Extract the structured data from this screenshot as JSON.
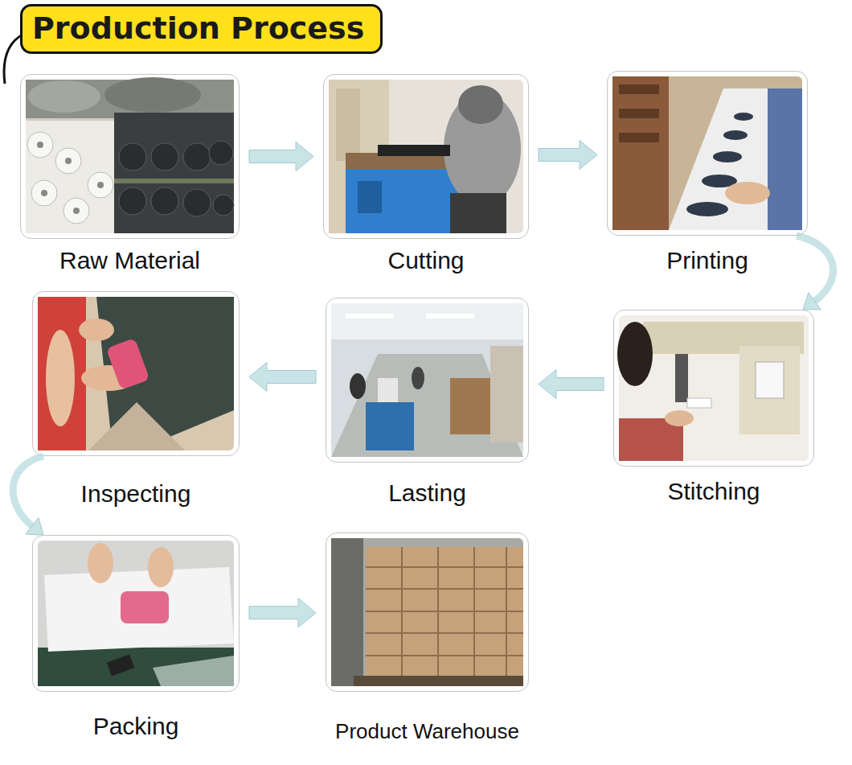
{
  "diagram": {
    "title": "Production Process",
    "nodes": [
      {
        "text": [
          "Raw Material"
        ]
      },
      {
        "text": [
          "Cutting"
        ]
      },
      {
        "text": [
          "Printing"
        ]
      },
      {
        "text": [
          "Stitching"
        ]
      },
      {
        "text": [
          "Lasting"
        ]
      },
      {
        "text": [
          "Inspecting"
        ]
      },
      {
        "text": [
          "Packing"
        ]
      },
      {
        "text": [
          "Product Warehouse"
        ]
      }
    ],
    "edges": [
      {
        "from": 0,
        "to": 1,
        "arrow": "to"
      },
      {
        "from": 1,
        "to": 2,
        "arrow": "to"
      },
      {
        "from": 2,
        "to": 3,
        "arrow": "to"
      },
      {
        "from": 3,
        "to": 4,
        "arrow": "to"
      },
      {
        "from": 4,
        "to": 5,
        "arrow": "to"
      },
      {
        "from": 5,
        "to": 6,
        "arrow": "to"
      },
      {
        "from": 6,
        "to": 7,
        "arrow": "to"
      }
    ]
  }
}
